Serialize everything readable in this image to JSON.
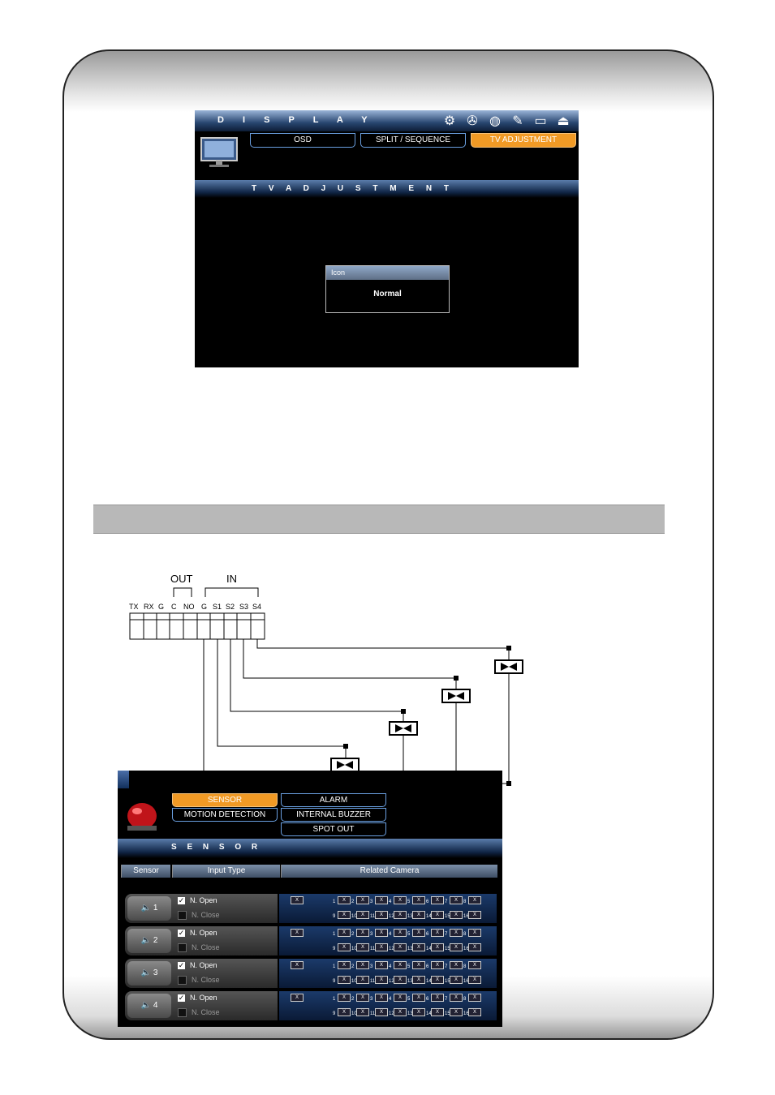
{
  "display": {
    "title": "D I S P L A Y",
    "tabs": [
      {
        "label": "OSD",
        "active": false
      },
      {
        "label": "SPLIT / SEQUENCE",
        "active": false
      },
      {
        "label": "TV ADJUSTMENT",
        "active": true
      }
    ],
    "section_title": "T V   A D J U S T M E N T",
    "popup": {
      "title": "Icon",
      "value": "Normal"
    },
    "icons": [
      "gear-icon",
      "film-reel-icon",
      "globe-icon",
      "tool-icon",
      "monitor-icon",
      "alarm-icon"
    ]
  },
  "diagram": {
    "group_labels": {
      "out": "OUT",
      "in": "IN"
    },
    "pins": [
      "TX",
      "RX",
      "G",
      "C",
      "NO",
      "G",
      "S1",
      "S2",
      "S3",
      "S4"
    ]
  },
  "sensor_panel": {
    "buttons": {
      "sensor": "SENSOR",
      "motion_detection": "MOTION DETECTION",
      "alarm": "ALARM",
      "internal_buzzer": "INTERNAL BUZZER",
      "spot_out": "SPOT OUT"
    },
    "section_title": "S E N S O R",
    "columns": {
      "sensor": "Sensor",
      "input_type": "Input Type",
      "related_camera": "Related Camera"
    },
    "rows": [
      {
        "number": "1",
        "n_open_label": "N. Open",
        "n_close_label": "N. Close",
        "n_open_checked": true
      },
      {
        "number": "2",
        "n_open_label": "N. Open",
        "n_close_label": "N. Close",
        "n_open_checked": true
      },
      {
        "number": "3",
        "n_open_label": "N. Open",
        "n_close_label": "N. Close",
        "n_open_checked": true
      },
      {
        "number": "4",
        "n_open_label": "N. Open",
        "n_close_label": "N. Close",
        "n_open_checked": true
      }
    ],
    "camera_mark": "X",
    "camera_numbers": [
      "1",
      "2",
      "3",
      "4",
      "5",
      "6",
      "7",
      "8",
      "9",
      "10",
      "11",
      "12",
      "13",
      "14",
      "15",
      "16"
    ]
  }
}
